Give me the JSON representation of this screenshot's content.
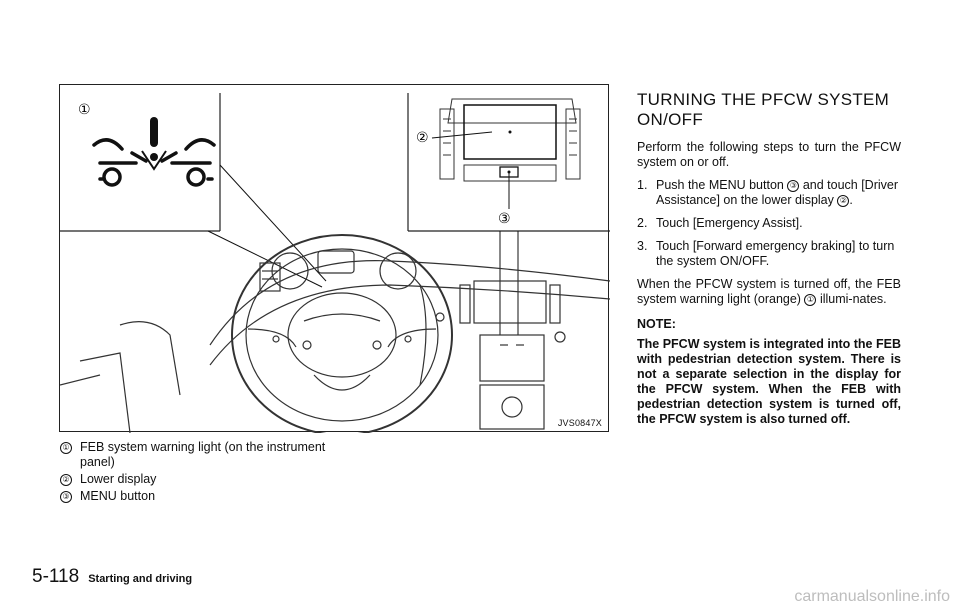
{
  "figure": {
    "code": "JVS0847X",
    "callouts": [
      "①",
      "②",
      "③"
    ]
  },
  "legend": [
    {
      "num": "①",
      "text": "FEB system warning light (on the instrument panel)"
    },
    {
      "num": "②",
      "text": "Lower display"
    },
    {
      "num": "③",
      "text": "MENU button"
    }
  ],
  "section": {
    "heading": "TURNING THE PFCW SYSTEM ON/OFF",
    "intro": "Perform the following steps to turn the PFCW system on or off.",
    "steps": [
      {
        "n": "1.",
        "a": "Push the MENU button",
        "ref1": "③",
        "b": "and touch [Driver Assistance] on the lower display",
        "ref2": "②",
        "c": "."
      },
      {
        "n": "2.",
        "text": "Touch [Emergency Assist]."
      },
      {
        "n": "3.",
        "text": "Touch [Forward emergency braking] to turn the system ON/OFF."
      }
    ],
    "after_a": "When the PFCW system is turned off, the FEB system warning light (orange)",
    "after_ref": "①",
    "after_b": "illumi-nates.",
    "note_label": "NOTE:",
    "note_text": "The PFCW system is integrated into the FEB with pedestrian detection system. There is not a separate selection in the display for the PFCW system. When the FEB with pedestrian detection system is turned off, the PFCW system is also turned off."
  },
  "footer": {
    "page": "5-118",
    "section": "Starting and driving"
  },
  "watermark": "carmanualsonline.info"
}
